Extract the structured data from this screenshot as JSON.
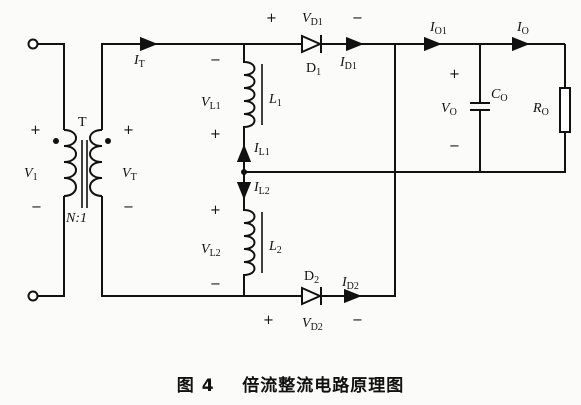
{
  "title": "图 4    倍流整流电路原理图",
  "labels": {
    "transformer": "T",
    "turns_ratio": "N:1",
    "plus": "+",
    "minus": "−",
    "V1": {
      "main": "V",
      "sub": "1"
    },
    "VT": {
      "main": "V",
      "sub": "T"
    },
    "IT": {
      "main": "I",
      "sub": "T"
    },
    "VL1": {
      "main": "V",
      "sub": "L1"
    },
    "L1": {
      "main": "L",
      "sub": "1"
    },
    "IL1": {
      "main": "I",
      "sub": "L1"
    },
    "IL2": {
      "main": "I",
      "sub": "L2"
    },
    "VL2": {
      "main": "V",
      "sub": "L2"
    },
    "L2": {
      "main": "L",
      "sub": "2"
    },
    "VD1": {
      "main": "V",
      "sub": "D1"
    },
    "D1": {
      "main": "D",
      "sub": "1"
    },
    "ID1": {
      "main": "I",
      "sub": "D1"
    },
    "D2": {
      "main": "D",
      "sub": "2"
    },
    "ID2": {
      "main": "I",
      "sub": "D2"
    },
    "VD2": {
      "main": "V",
      "sub": "D2"
    },
    "IO1": {
      "main": "I",
      "sub": "O1"
    },
    "IO": {
      "main": "I",
      "sub": "O"
    },
    "VO": {
      "main": "V",
      "sub": "O"
    },
    "CO": {
      "main": "C",
      "sub": "O"
    },
    "RO": {
      "main": "R",
      "sub": "O"
    }
  }
}
